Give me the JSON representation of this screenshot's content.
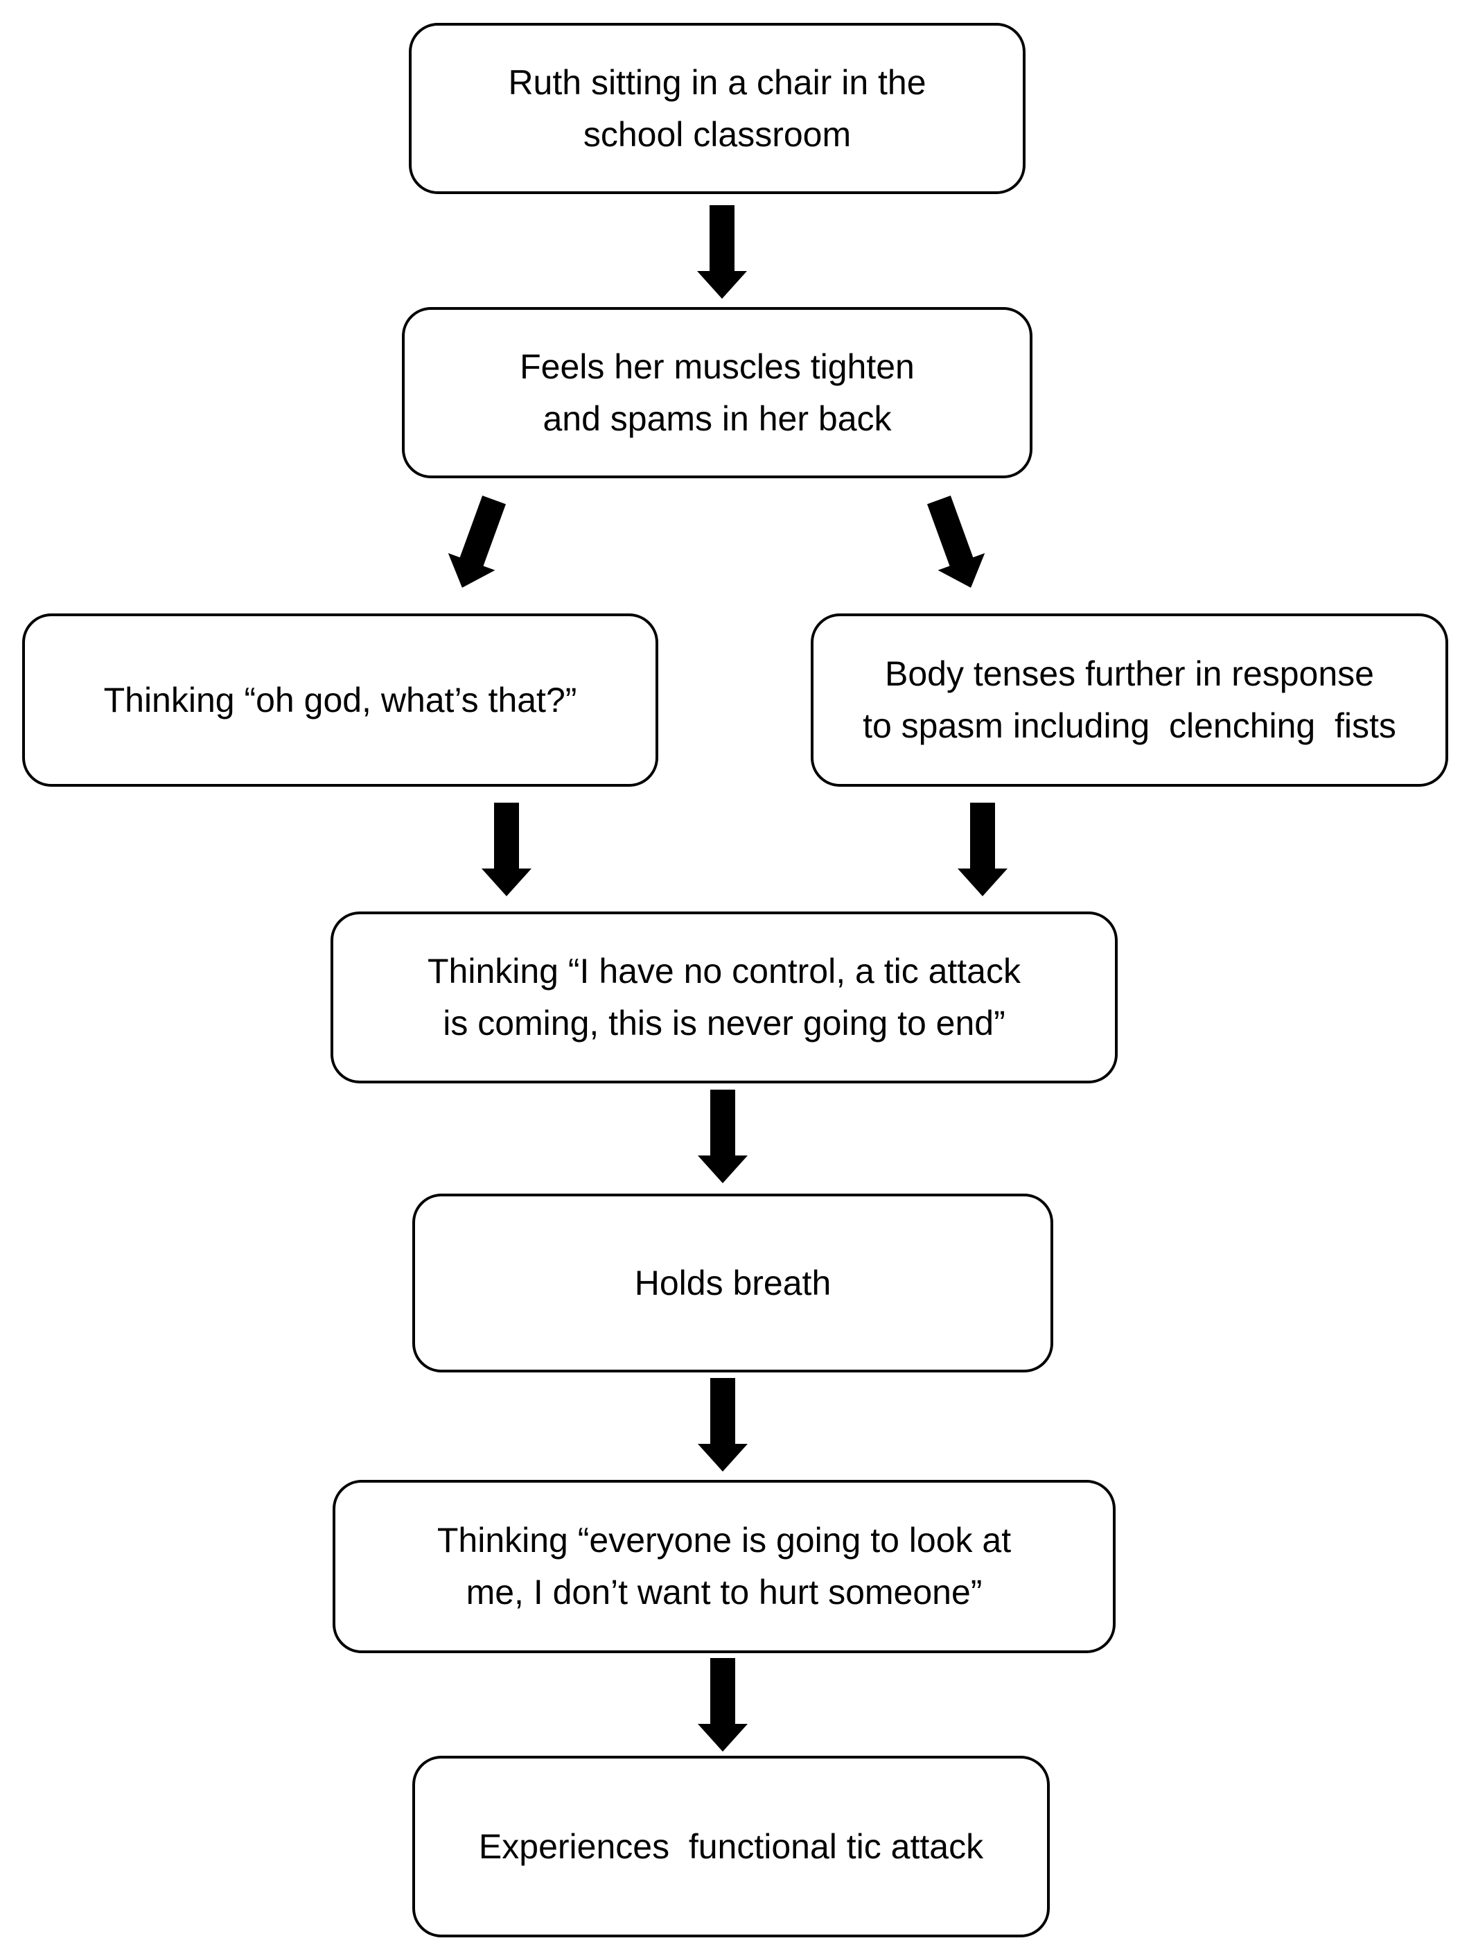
{
  "diagram": {
    "background_color": "#ffffff",
    "line_color": "#000000",
    "nodes": [
      {
        "id": "ruth-classroom",
        "text": "Ruth sitting in a chair in the\nschool classroom"
      },
      {
        "id": "muscles-tighten",
        "text": "Feels her muscles tighten\nand spams in her back"
      },
      {
        "id": "thinking-oh-god",
        "text": "Thinking “oh god, what’s that?”"
      },
      {
        "id": "body-tenses",
        "text": "Body tenses further in response\nto spasm including  clenching  fists"
      },
      {
        "id": "thinking-no-control",
        "text": "Thinking “I have no control, a tic attack\nis coming, this is never going to end”"
      },
      {
        "id": "holds-breath",
        "text": "Holds breath"
      },
      {
        "id": "thinking-everyone",
        "text": "Thinking “everyone is going to look at\nme, I don’t want to hurt someone”"
      },
      {
        "id": "tic-attack",
        "text": "Experiences  functional tic attack"
      }
    ],
    "edges": [
      {
        "from": "ruth-classroom",
        "to": "muscles-tighten",
        "style": "straight-down"
      },
      {
        "from": "muscles-tighten",
        "to": "thinking-oh-god",
        "style": "diagonal-left"
      },
      {
        "from": "muscles-tighten",
        "to": "body-tenses",
        "style": "diagonal-right"
      },
      {
        "from": "thinking-oh-god",
        "to": "thinking-no-control",
        "style": "straight-down"
      },
      {
        "from": "body-tenses",
        "to": "thinking-no-control",
        "style": "straight-down"
      },
      {
        "from": "thinking-no-control",
        "to": "holds-breath",
        "style": "straight-down"
      },
      {
        "from": "holds-breath",
        "to": "thinking-everyone",
        "style": "straight-down"
      },
      {
        "from": "thinking-everyone",
        "to": "tic-attack",
        "style": "straight-down"
      }
    ]
  }
}
